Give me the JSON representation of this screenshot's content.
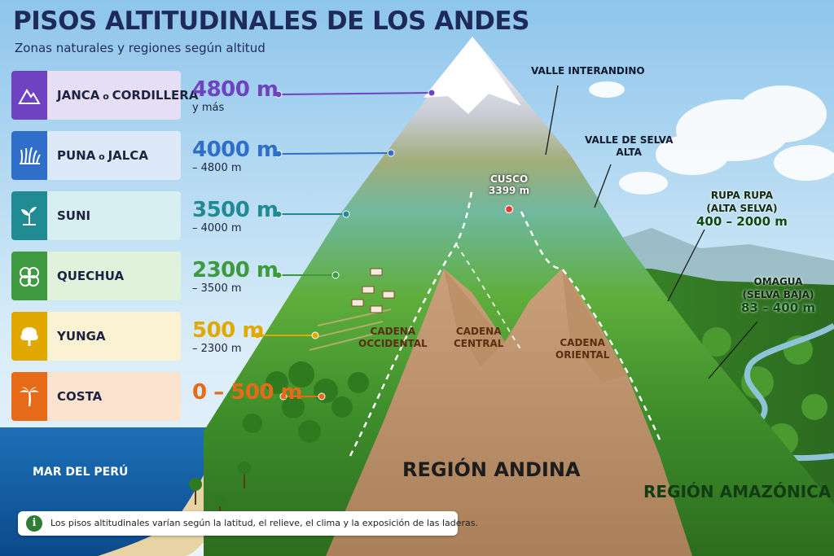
{
  "title": "PISOS ALTITUDINALES DE LOS ANDES",
  "subtitle": "Zonas naturales y regiones según altitud",
  "zones": [
    {
      "name": "JANCA",
      "conj": "o",
      "alt_name": "CORDILLERA",
      "altitude": "4800 m",
      "range": "y más",
      "color": "#6f42c1",
      "bg": "#e6def5",
      "icon": "mountain-icon"
    },
    {
      "name": "PUNA",
      "conj": "o",
      "alt_name": "JALCA",
      "altitude": "4000 m",
      "range": "– 4800 m",
      "color": "#2f6fc9",
      "bg": "#dde8f8",
      "icon": "grass-icon"
    },
    {
      "name": "SUNI",
      "conj": "",
      "alt_name": "",
      "altitude": "3500 m",
      "range": "– 4000 m",
      "color": "#208b93",
      "bg": "#d8eff1",
      "icon": "sprout-icon"
    },
    {
      "name": "QUECHUA",
      "conj": "",
      "alt_name": "",
      "altitude": "2300 m",
      "range": "– 3500 m",
      "color": "#3d9a3f",
      "bg": "#e0f1dc",
      "icon": "shrub-icon"
    },
    {
      "name": "YUNGA",
      "conj": "",
      "alt_name": "",
      "altitude": "500 m",
      "range": "– 2300 m",
      "color": "#e0a800",
      "bg": "#fbf1d3",
      "icon": "tree-icon"
    },
    {
      "name": "COSTA",
      "conj": "",
      "alt_name": "",
      "altitude": "0 – 500 m",
      "range": "",
      "color": "#e66a17",
      "bg": "#fbe3d0",
      "icon": "palm-icon"
    }
  ],
  "labels": {
    "valle_interandino": "VALLE INTERANDINO",
    "valle_selva_1": "VALLE DE SELVA",
    "valle_selva_2": "ALTA",
    "cusco_name": "CUSCO",
    "cusco_alt": "3399 m",
    "rupa_1": "RUPA RUPA",
    "rupa_2": "(ALTA SELVA)",
    "rupa_alt": "400 – 2000 m",
    "omagua_1": "OMAGUA",
    "omagua_2": "(SELVA BAJA)",
    "omagua_alt": "83 – 400 m",
    "cadena_occ_1": "CADENA",
    "cadena_occ_2": "OCCIDENTAL",
    "cadena_cen_1": "CADENA",
    "cadena_cen_2": "CENTRAL",
    "cadena_ori_1": "CADENA",
    "cadena_ori_2": "ORIENTAL",
    "region_andina": "REGIÓN ANDINA",
    "region_amazonica": "REGIÓN AMAZÓNICA",
    "mar": "MAR DEL PERÚ"
  },
  "note": {
    "icon": "info-icon",
    "symbol": "i",
    "text": "Los pisos altitudinales varían según la latitud, el relieve, el clima y la exposición de las laderas."
  }
}
